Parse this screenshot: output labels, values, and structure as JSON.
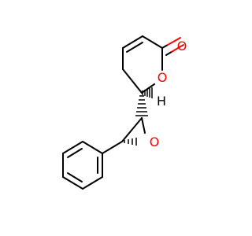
{
  "molecule": {
    "atoms": {
      "ring_oxygen": "O",
      "carbonyl_oxygen": "O",
      "epoxide_oxygen": "O",
      "stereo_hydrogen": "H"
    },
    "colors": {
      "bond": "#000000",
      "oxygen": "#ff0000",
      "hydrogen": "#000000"
    }
  }
}
